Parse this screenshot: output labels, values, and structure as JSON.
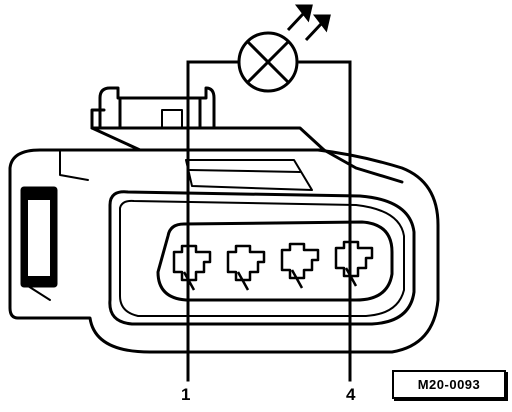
{
  "labels": {
    "pin_1": "1",
    "pin_4": "4"
  },
  "reference_code": "M20-0093",
  "colors": {
    "line": "#000000",
    "background": "#ffffff"
  },
  "components": {
    "lamp": "lamp-symbol",
    "connector": "four-pin-connector-housing"
  }
}
